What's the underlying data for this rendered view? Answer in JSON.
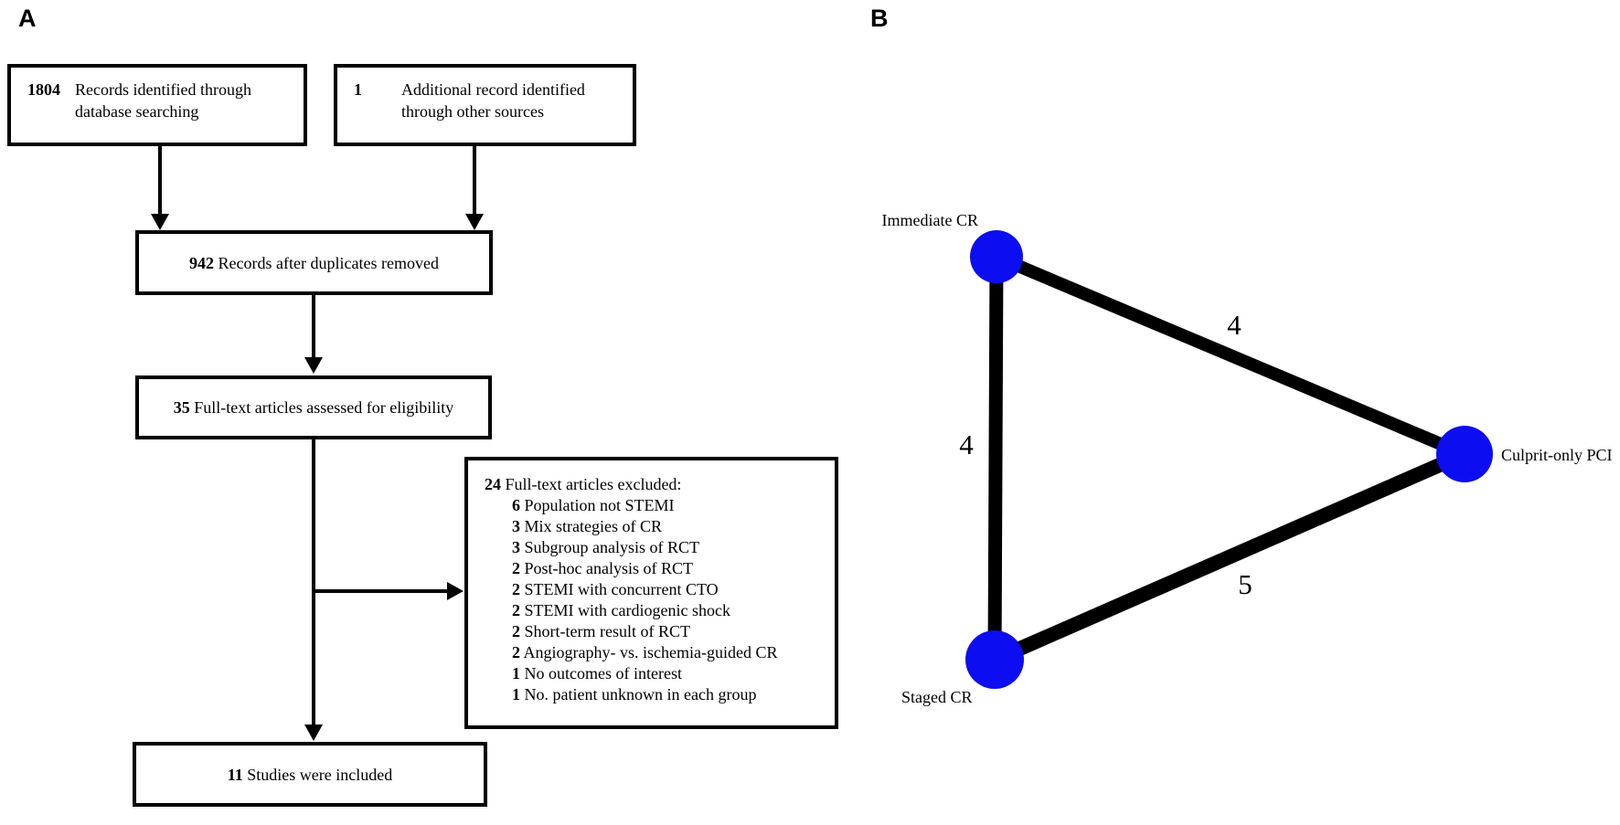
{
  "panels": {
    "a_label": "A",
    "b_label": "B"
  },
  "flowchart": {
    "box_records": {
      "count": "1804",
      "text": "Records identified through database searching"
    },
    "box_additional": {
      "count": "1",
      "text": "Additional record identified through other sources"
    },
    "box_duplicates": {
      "count": "942",
      "text": "Records after duplicates removed"
    },
    "box_fulltext": {
      "count": "35",
      "text": "Full-text articles assessed for eligibility"
    },
    "box_excluded": {
      "count": "24",
      "text": "Full-text articles excluded:",
      "reasons": [
        {
          "count": "6",
          "text": "Population not STEMI"
        },
        {
          "count": "3",
          "text": "Mix strategies of CR"
        },
        {
          "count": "3",
          "text": "Subgroup analysis of RCT"
        },
        {
          "count": "2",
          "text": "Post-hoc analysis of RCT"
        },
        {
          "count": "2",
          "text": "STEMI with concurrent CTO"
        },
        {
          "count": "2",
          "text": "STEMI with cardiogenic shock"
        },
        {
          "count": "2",
          "text": "Short-term result of RCT"
        },
        {
          "count": "2",
          "text": "Angiography- vs. ischemia-guided CR"
        },
        {
          "count": "1",
          "text": "No outcomes of interest"
        },
        {
          "count": "1",
          "text": "No. patient unknown in each group"
        }
      ]
    },
    "box_included": {
      "count": "11",
      "text": "Studies were included"
    }
  },
  "network": {
    "node_color": "#0d0df2",
    "edge_color": "#000000",
    "nodes": [
      {
        "id": "immediate-cr",
        "label": "Immediate CR",
        "radius": 29
      },
      {
        "id": "culprit-only-pci",
        "label": "Culprit-only PCI",
        "radius": 31
      },
      {
        "id": "staged-cr",
        "label": "Staged CR",
        "radius": 32
      }
    ],
    "edges": [
      {
        "from": "immediate-cr",
        "to": "staged-cr",
        "label": "4",
        "width": 15
      },
      {
        "from": "immediate-cr",
        "to": "culprit-only-pci",
        "label": "4",
        "width": 14
      },
      {
        "from": "staged-cr",
        "to": "culprit-only-pci",
        "label": "5",
        "width": 16
      }
    ]
  }
}
